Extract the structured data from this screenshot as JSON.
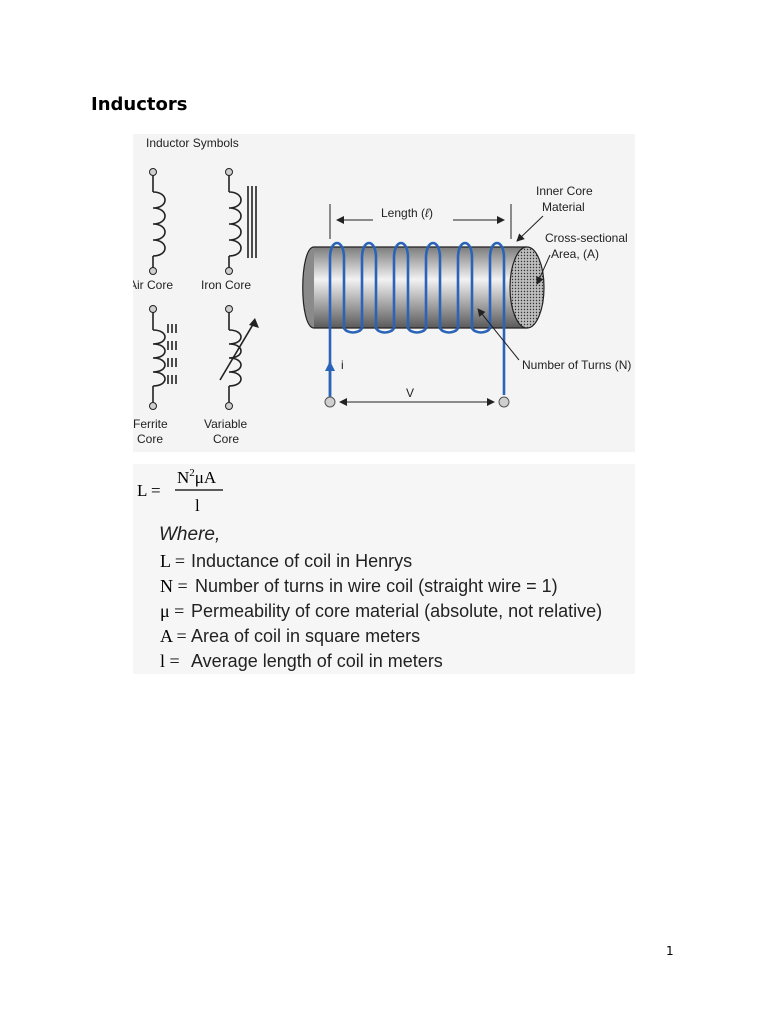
{
  "heading": "Inductors",
  "symbols": {
    "title": "Inductor Symbols",
    "air_core": "Air Core",
    "iron_core": "Iron Core",
    "ferrite_line1": "Ferrite",
    "ferrite_line2": "Core",
    "variable_line1": "Variable",
    "variable_line2": "Core"
  },
  "coil": {
    "length_label": "Length (",
    "length_symbol": "ℓ",
    "length_close": ")",
    "inner_core_line1": "Inner Core",
    "inner_core_line2": "Material",
    "cross_line1": "Cross-sectional",
    "cross_line2": "Area, (A)",
    "turns_label": "Number of Turns (N)",
    "current_label": "i",
    "voltage_label": "V",
    "wire_color": "#2a64b8"
  },
  "formula": {
    "lhs": "L =",
    "numerator_N": "N",
    "numerator_exp": "2",
    "numerator_rest": "μA",
    "denominator": "l"
  },
  "where": {
    "heading": "Where,",
    "defs": [
      {
        "sym": "L =",
        "text": "Inductance of coil in Henrys"
      },
      {
        "sym": "N =",
        "text": "Number of turns in wire coil (straight wire = 1)"
      },
      {
        "sym": "μ =",
        "text": "Permeability of core material (absolute, not relative)"
      },
      {
        "sym": "A =",
        "text": "Area of coil in square meters"
      },
      {
        "sym": "l =",
        "text": "Average length of coil in meters"
      }
    ]
  },
  "page_number": "1"
}
